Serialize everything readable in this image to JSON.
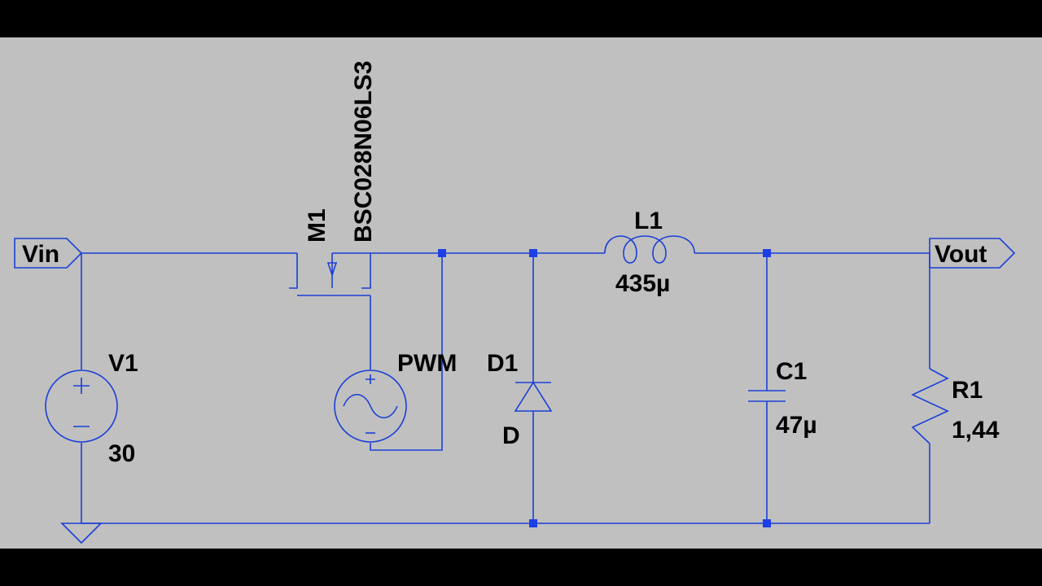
{
  "colors": {
    "background": "#c0c0c0",
    "frame": "#000000",
    "wire": "#1a3fd8",
    "text": "#000000"
  },
  "nets": {
    "input": "Vin",
    "output": "Vout"
  },
  "components": {
    "v1": {
      "name": "V1",
      "value": "30",
      "icon": "dc-voltage-source-icon"
    },
    "m1": {
      "name": "M1",
      "model": "BSC028N06LS3",
      "icon": "nmos-transistor-icon"
    },
    "pwm": {
      "name": "PWM",
      "icon": "ac-voltage-source-icon"
    },
    "d1": {
      "name": "D1",
      "model": "D",
      "icon": "diode-icon"
    },
    "l1": {
      "name": "L1",
      "value": "435µ",
      "icon": "inductor-icon"
    },
    "c1": {
      "name": "C1",
      "value": "47µ",
      "icon": "capacitor-icon"
    },
    "r1": {
      "name": "R1",
      "value": "1,44",
      "icon": "resistor-icon"
    }
  },
  "ground": {
    "icon": "ground-icon"
  }
}
